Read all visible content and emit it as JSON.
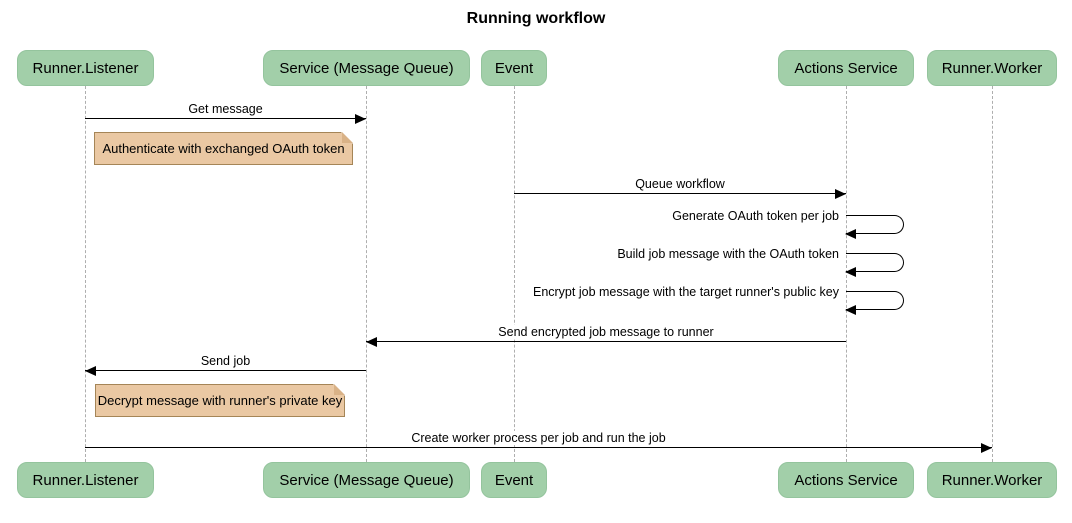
{
  "title": "Running workflow",
  "colors": {
    "actor_fill": "#a2cfa9",
    "actor_border": "#94c49d",
    "note_fill": "#eac8a3",
    "note_border": "#a58557",
    "lifeline": "#aeaeae",
    "message_line": "#000000",
    "text": "#000000",
    "background": "#ffffff"
  },
  "actors": [
    {
      "label": "Runner.Listener"
    },
    {
      "label": "Service (Message Queue)"
    },
    {
      "label": "Event"
    },
    {
      "label": "Actions Service"
    },
    {
      "label": "Runner.Worker"
    }
  ],
  "messages": [
    {
      "type": "arrow",
      "label": "Get message",
      "from": "Runner.Listener",
      "to": "Service (Message Queue)"
    },
    {
      "type": "note",
      "label": "Authenticate with exchanged OAuth token",
      "over": "Runner.Listener"
    },
    {
      "type": "arrow",
      "label": "Queue workflow",
      "from": "Event",
      "to": "Actions Service"
    },
    {
      "type": "self",
      "label": "Generate OAuth token per job",
      "on": "Actions Service"
    },
    {
      "type": "self",
      "label": "Build job message with the OAuth token",
      "on": "Actions Service"
    },
    {
      "type": "self",
      "label": "Encrypt job message with the target runner's public key",
      "on": "Actions Service"
    },
    {
      "type": "arrow",
      "label": "Send encrypted job message to runner",
      "from": "Actions Service",
      "to": "Service (Message Queue)"
    },
    {
      "type": "arrow",
      "label": "Send job",
      "from": "Service (Message Queue)",
      "to": "Runner.Listener"
    },
    {
      "type": "note",
      "label": "Decrypt message with runner's private key",
      "over": "Runner.Listener"
    },
    {
      "type": "arrow",
      "label": "Create worker process per job and run the job",
      "from": "Runner.Listener",
      "to": "Runner.Worker"
    }
  ]
}
